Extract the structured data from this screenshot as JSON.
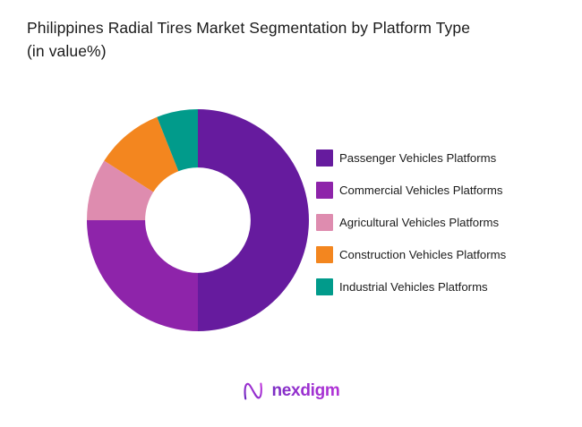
{
  "chart_data": {
    "type": "pie",
    "variant": "donut",
    "title": "Philippines Radial Tires Market Segmentation by Platform Type (in value%)",
    "title_line1": "Philippines Radial Tires Market Segmentation by Platform Type",
    "title_line2": "(in value%)",
    "unit": "value %",
    "xlabel": "",
    "ylabel": "",
    "legend_position": "right",
    "grid": false,
    "start_angle_deg": 0,
    "direction": "clockwise",
    "inner_radius_ratio": 0.475,
    "categories": [
      "Passenger Vehicles Platforms",
      "Commercial Vehicles Platforms",
      "Agricultural Vehicles Platforms",
      "Construction Vehicles Platforms",
      "Industrial Vehicles Platforms"
    ],
    "values": [
      50,
      25,
      9,
      10,
      6
    ],
    "colors": [
      "#661B9E",
      "#8E24AA",
      "#DE8CAF",
      "#F3861F",
      "#019B8B"
    ],
    "slices": [
      {
        "label": "Passenger Vehicles Platforms",
        "value": 50,
        "color": "#661B9E"
      },
      {
        "label": "Commercial Vehicles Platforms",
        "value": 25,
        "color": "#8E24AA"
      },
      {
        "label": "Agricultural Vehicles Platforms",
        "value": 9,
        "color": "#DE8CAF"
      },
      {
        "label": "Construction Vehicles Platforms",
        "value": 10,
        "color": "#F3861F"
      },
      {
        "label": "Industrial Vehicles Platforms",
        "value": 6,
        "color": "#019B8B"
      }
    ]
  },
  "legend": {
    "items": [
      {
        "label": "Passenger Vehicles Platforms",
        "color": "#661B9E"
      },
      {
        "label": "Commercial Vehicles Platforms",
        "color": "#8E24AA"
      },
      {
        "label": "Agricultural Vehicles Platforms",
        "color": "#DE8CAF"
      },
      {
        "label": "Construction Vehicles Platforms",
        "color": "#F3861F"
      },
      {
        "label": "Industrial Vehicles Platforms",
        "color": "#019B8B"
      }
    ]
  },
  "footer": {
    "brand": "nexdigm",
    "logo_icon": "nexdigm-n-mark-icon",
    "brand_color": "#9B2FD0"
  }
}
